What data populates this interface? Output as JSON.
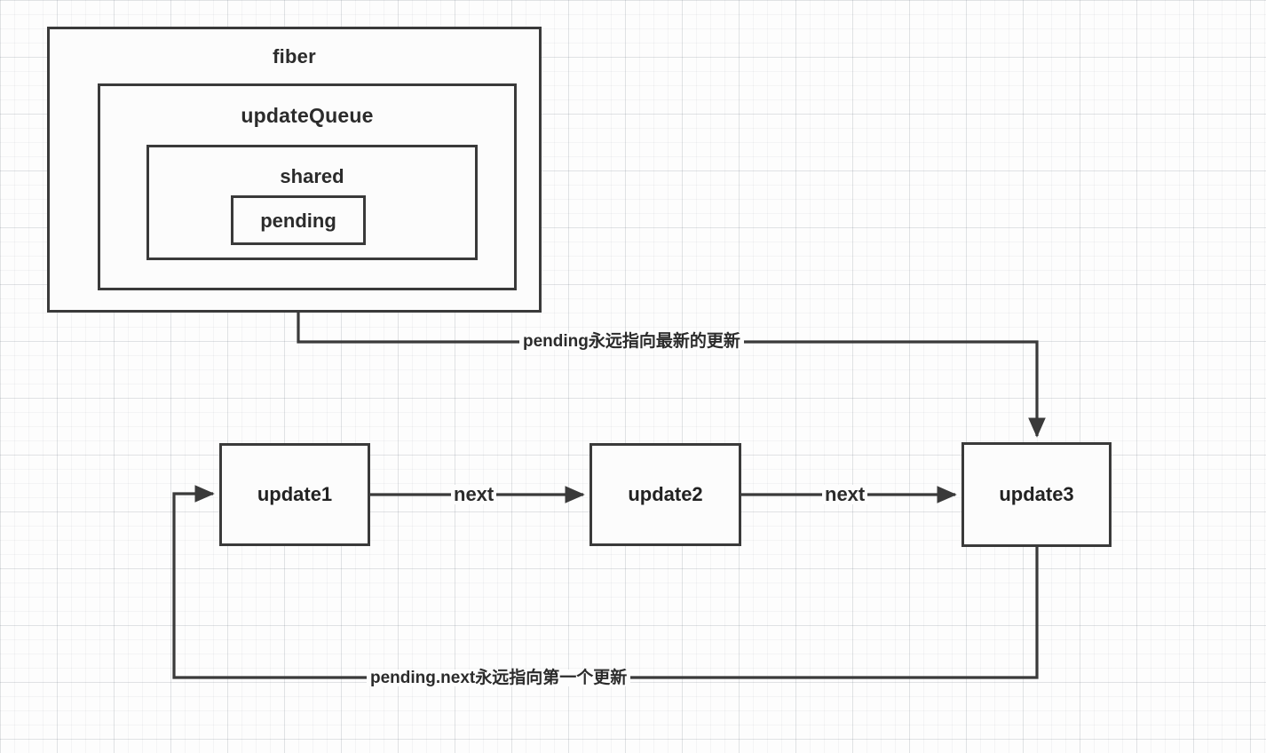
{
  "diagram": {
    "title": "React fiber updateQueue pending circular linked list",
    "colors": {
      "stroke": "#3a3a3a",
      "text": "#222222",
      "background": "#fdfdfd",
      "grid_major": "#78828c",
      "grid_minor": "#78828c"
    },
    "containers": [
      {
        "id": "fiber",
        "label": "fiber"
      },
      {
        "id": "updateQueue",
        "label": "updateQueue"
      },
      {
        "id": "shared",
        "label": "shared"
      },
      {
        "id": "pending",
        "label": "pending"
      }
    ],
    "nodes": [
      {
        "id": "update1",
        "label": "update1"
      },
      {
        "id": "update2",
        "label": "update2"
      },
      {
        "id": "update3",
        "label": "update3"
      }
    ],
    "edges": [
      {
        "id": "next-1",
        "label": "next",
        "from": "update1",
        "to": "update2"
      },
      {
        "id": "next-2",
        "label": "next",
        "from": "update2",
        "to": "update3"
      },
      {
        "id": "pending-edge",
        "label": "pending永远指向最新的更新",
        "from": "pending",
        "to": "update3"
      },
      {
        "id": "pending-next-edge",
        "label": "pending.next永远指向第一个更新",
        "from": "update3",
        "to": "update1"
      }
    ]
  }
}
